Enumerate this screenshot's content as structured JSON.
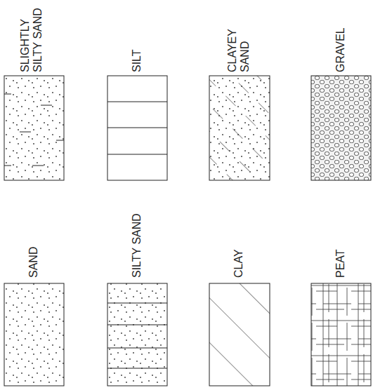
{
  "diagram": {
    "legend": [
      {
        "text": "SLIGHTLY SILTY SAND"
      },
      {
        "text": "SILT"
      },
      {
        "text": "CLAYEY SAND"
      },
      {
        "text": "GRAVEL"
      },
      {
        "text": "SAND"
      },
      {
        "text": "SILTY SAND"
      },
      {
        "text": "CLAY"
      },
      {
        "text": "PEAT"
      }
    ]
  }
}
